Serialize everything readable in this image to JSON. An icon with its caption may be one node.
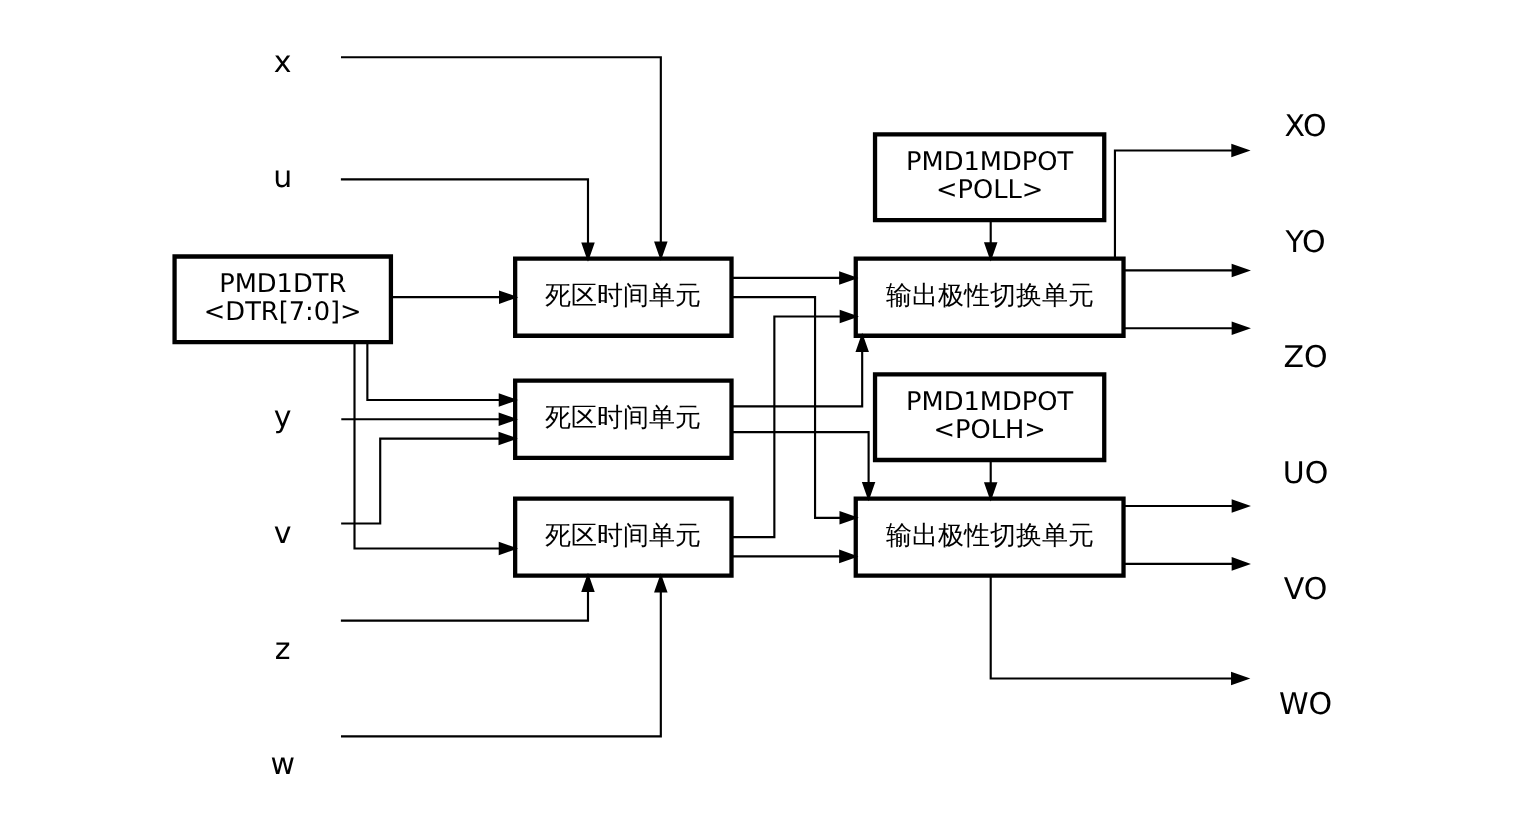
{
  "diagram": {
    "nodes": [
      {
        "text": [
          "PMD1DTR",
          "<DTR[7:0]>"
        ]
      },
      {
        "text": [
          "PMD1MDPOT",
          "<POLH>"
        ]
      },
      {
        "text": [
          "u"
        ]
      },
      {
        "text": [
          "x"
        ]
      },
      {
        "text": [
          "死区时间单元"
        ]
      },
      {
        "text": [
          "输出极性切换单元"
        ]
      },
      {
        "text": [
          "UO"
        ]
      },
      {
        "text": [
          "VO"
        ]
      },
      {
        "text": [
          "WO"
        ]
      },
      {
        "text": [
          "PMD1MDPOT",
          "<POLL>"
        ]
      },
      {
        "text": [
          "v"
        ]
      },
      {
        "text": [
          "y"
        ]
      },
      {
        "text": [
          "死区时间单元"
        ]
      },
      {
        "text": [
          "w"
        ]
      },
      {
        "text": [
          "z"
        ]
      },
      {
        "text": [
          "死区时间单元"
        ]
      },
      {
        "text": [
          "输出极性切换单元"
        ]
      },
      {
        "text": [
          "XO"
        ]
      },
      {
        "text": [
          "YO"
        ]
      },
      {
        "text": [
          "ZO"
        ]
      }
    ],
    "edges": [
      {
        "from": 0,
        "to": 4,
        "arrow": "to"
      },
      {
        "from": 0,
        "to": 12,
        "arrow": "to"
      },
      {
        "from": 0,
        "to": 15,
        "arrow": "to"
      },
      {
        "from": 2,
        "to": 4,
        "arrow": "to"
      },
      {
        "from": 3,
        "to": 4,
        "arrow": "to"
      },
      {
        "from": 10,
        "to": 12,
        "arrow": "to"
      },
      {
        "from": 11,
        "to": 12,
        "arrow": "to"
      },
      {
        "from": 13,
        "to": 15,
        "arrow": "to"
      },
      {
        "from": 14,
        "to": 15,
        "arrow": "to"
      },
      {
        "from": 1,
        "to": 5,
        "arrow": "to"
      },
      {
        "from": 9,
        "to": 16,
        "arrow": "to"
      },
      {
        "from": 4,
        "to": 5,
        "arrow": "to"
      },
      {
        "from": 15,
        "to": 5,
        "arrow": "to"
      },
      {
        "from": 12,
        "to": 5,
        "arrow": "to"
      },
      {
        "from": 4,
        "to": 16,
        "arrow": "to"
      },
      {
        "from": 12,
        "to": 16,
        "arrow": "to"
      },
      {
        "from": 15,
        "to": 16,
        "arrow": "to"
      },
      {
        "from": 5,
        "to": 6,
        "arrow": "to"
      },
      {
        "from": 5,
        "to": 7,
        "arrow": "to"
      },
      {
        "from": 5,
        "to": 8,
        "arrow": "to"
      },
      {
        "from": 16,
        "to": 17,
        "arrow": "to"
      },
      {
        "from": 16,
        "to": 18,
        "arrow": "to"
      },
      {
        "from": 16,
        "to": 19,
        "arrow": "to"
      }
    ]
  }
}
